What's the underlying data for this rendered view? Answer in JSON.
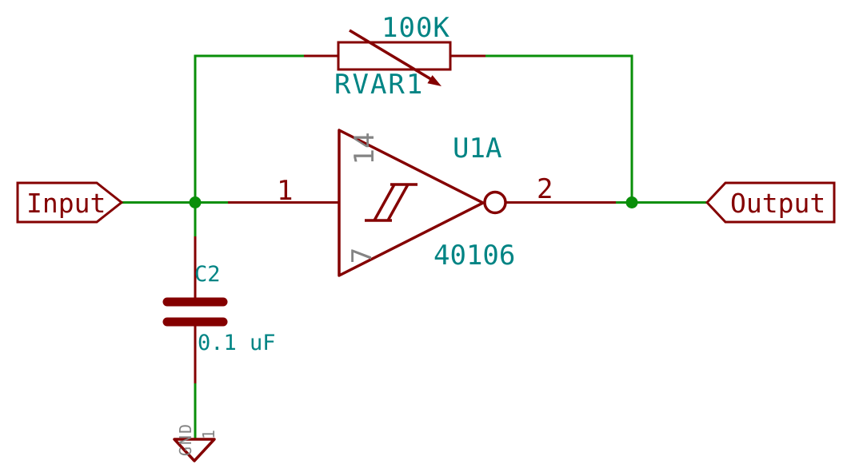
{
  "schematic": {
    "colors": {
      "wire_green": "#0A8F0A",
      "component_maroon": "#840000",
      "annotation_teal": "#008484",
      "hidden_pin_gray": "#848484",
      "background": "#FFFFFF"
    },
    "components": {
      "input_label": "Input",
      "output_label": "Output",
      "potentiometer": {
        "reference": "RVAR1",
        "value": "100K"
      },
      "inverter": {
        "reference": "U1A",
        "part_number": "40106",
        "input_pin": "1",
        "output_pin": "2",
        "vcc_pin": "14",
        "gnd_pin": "7"
      },
      "capacitor": {
        "reference": "C2",
        "value": "0.1 uF"
      },
      "ground": {
        "label": "GND",
        "pin": "1"
      }
    }
  }
}
